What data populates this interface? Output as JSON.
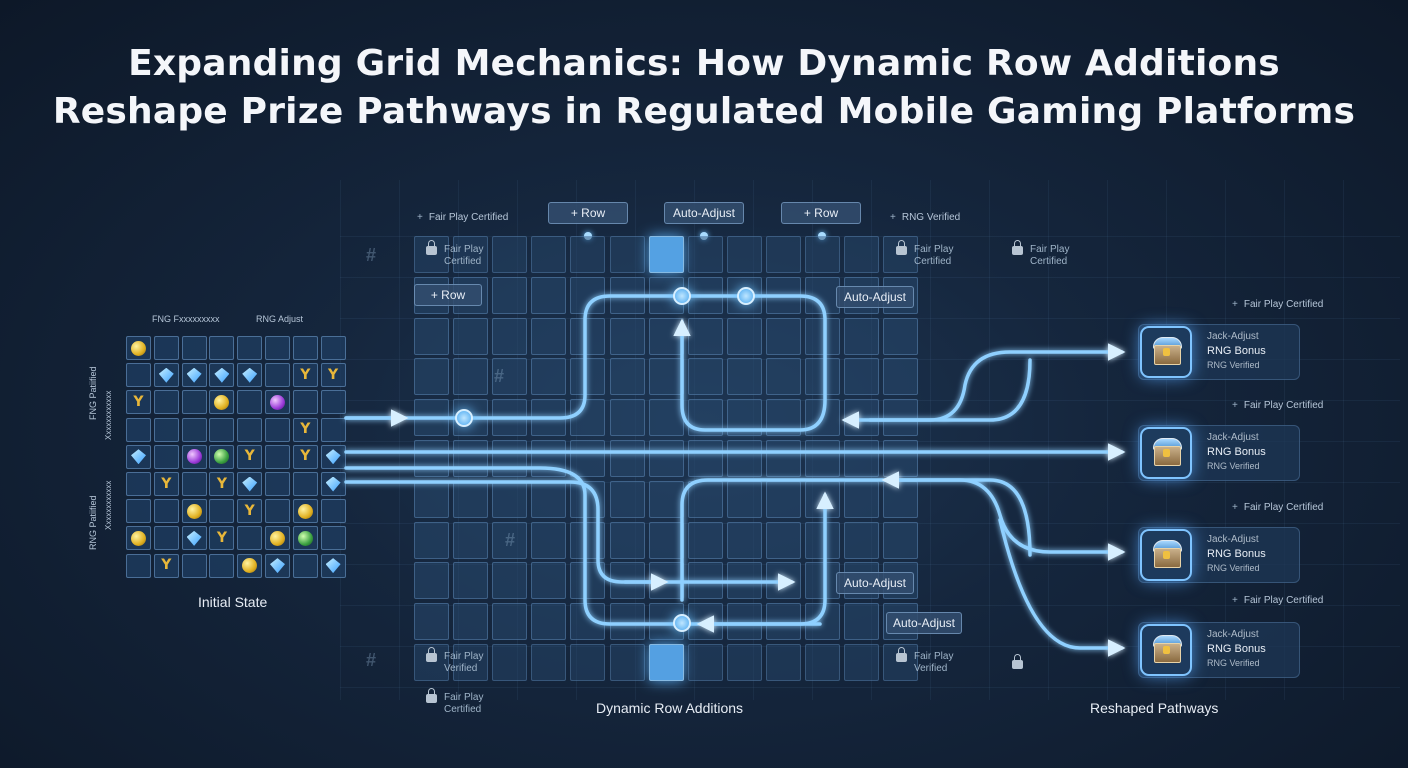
{
  "title": {
    "line1": "Expanding Grid Mechanics: How Dynamic Row Additions",
    "line2": "Reshape Prize Pathways in Regulated Mobile Gaming Platforms"
  },
  "colors": {
    "accent": "#5fb6ff",
    "path": "#8fd0ff",
    "gold": "#e0b020"
  },
  "top_controls": {
    "fair_play": "Fair Play Certified",
    "add_row_1": "+ Row",
    "auto_adjust": "Auto-Adjust",
    "add_row_2": "+ Row",
    "rng_verified": "RNG Verified"
  },
  "initial_grid": {
    "header_left": "FNG Fxxxxxxxxx",
    "header_right": "RNG Adjust",
    "side_top": "FNG Patiified",
    "side_top_sub": "Xxxxxxxxxxxx",
    "side_bottom": "RNG Patiified",
    "side_bottom_sub": "Xxxxxxxxxxxx",
    "caption": "Initial State",
    "rows": [
      [
        "coin",
        "",
        "",
        "",
        "",
        "",
        "",
        ""
      ],
      [
        "",
        "gem",
        "gem",
        "gem",
        "gem",
        "",
        "trophy",
        "trophy"
      ],
      [
        "trophy",
        "",
        "",
        "coin",
        "",
        "orb",
        "",
        ""
      ],
      [
        "",
        "",
        "",
        "",
        "",
        "",
        "trophy",
        ""
      ],
      [
        "gem",
        "",
        "orb",
        "gorb",
        "trophy",
        "",
        "trophy",
        "gem"
      ],
      [
        "",
        "trophy",
        "",
        "trophy",
        "gem",
        "",
        "",
        "gem"
      ],
      [
        "",
        "",
        "coin",
        "",
        "trophy",
        "",
        "coin",
        ""
      ],
      [
        "coin",
        "",
        "gem",
        "trophy",
        "",
        "coin",
        "gorb",
        ""
      ],
      [
        "",
        "trophy",
        "",
        "",
        "coin",
        "gem",
        "",
        "gem"
      ]
    ]
  },
  "expanded_grid": {
    "add_row_label": "+ Row",
    "auto_adjust_labels": [
      "Auto-Adjust",
      "Auto-Adjust",
      "Auto-Adjust"
    ],
    "locks": [
      {
        "line1": "Fair Play",
        "line2": "Certified"
      },
      {
        "line1": "Fair Play",
        "line2": "Certified"
      },
      {
        "line1": "Fair Play",
        "line2": "Certified"
      },
      {
        "line1": "Fair Play",
        "line2": "Verified"
      },
      {
        "line1": "Fair Play",
        "line2": "Verified"
      },
      {
        "line1": "Fair Play",
        "line2": "Certified"
      }
    ],
    "caption": "Dynamic Row Additions"
  },
  "prizes": {
    "fair_play_labels": [
      "Fair Play Certified",
      "Fair Play Certified",
      "Fair Play Certified",
      "Fair Play Certified"
    ],
    "items": [
      {
        "line1": "Jack-Adjust",
        "line2": "RNG Bonus",
        "line3": "RNG Verified"
      },
      {
        "line1": "Jack-Adjust",
        "line2": "RNG Bonus",
        "line3": "RNG Verified"
      },
      {
        "line1": "Jack-Adjust",
        "line2": "RNG Bonus",
        "line3": "RNG Verified"
      },
      {
        "line1": "Jack-Adjust",
        "line2": "RNG Bonus",
        "line3": "RNG Verified"
      }
    ],
    "caption": "Reshaped Pathways"
  }
}
